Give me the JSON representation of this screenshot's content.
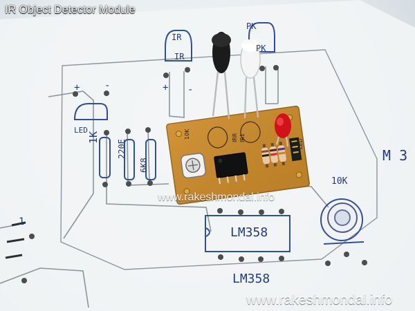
{
  "title": "IR Object Detector Module",
  "watermarks": {
    "center": "www.rakeshmondal.info",
    "bottom": "www.rakeshmondal.info"
  },
  "handwritten": {
    "ir_top": "IR",
    "ir_secondary": "IR",
    "pk_top": "PK",
    "pk_secondary": "PK",
    "led": "LED",
    "r1": "1K",
    "r2": "220E",
    "r3": "6K8",
    "chip_upper": "LM358",
    "chip_lower": "LM358",
    "pot": "10K",
    "side_text": "M 3",
    "plus_a": "+",
    "minus_a": "-",
    "plus_b": "+",
    "minus_b": "-",
    "one": "1"
  },
  "pcb_silk": {
    "irr": "IRR",
    "ir1": "IR1",
    "k10": "10K",
    "led": "LED"
  }
}
